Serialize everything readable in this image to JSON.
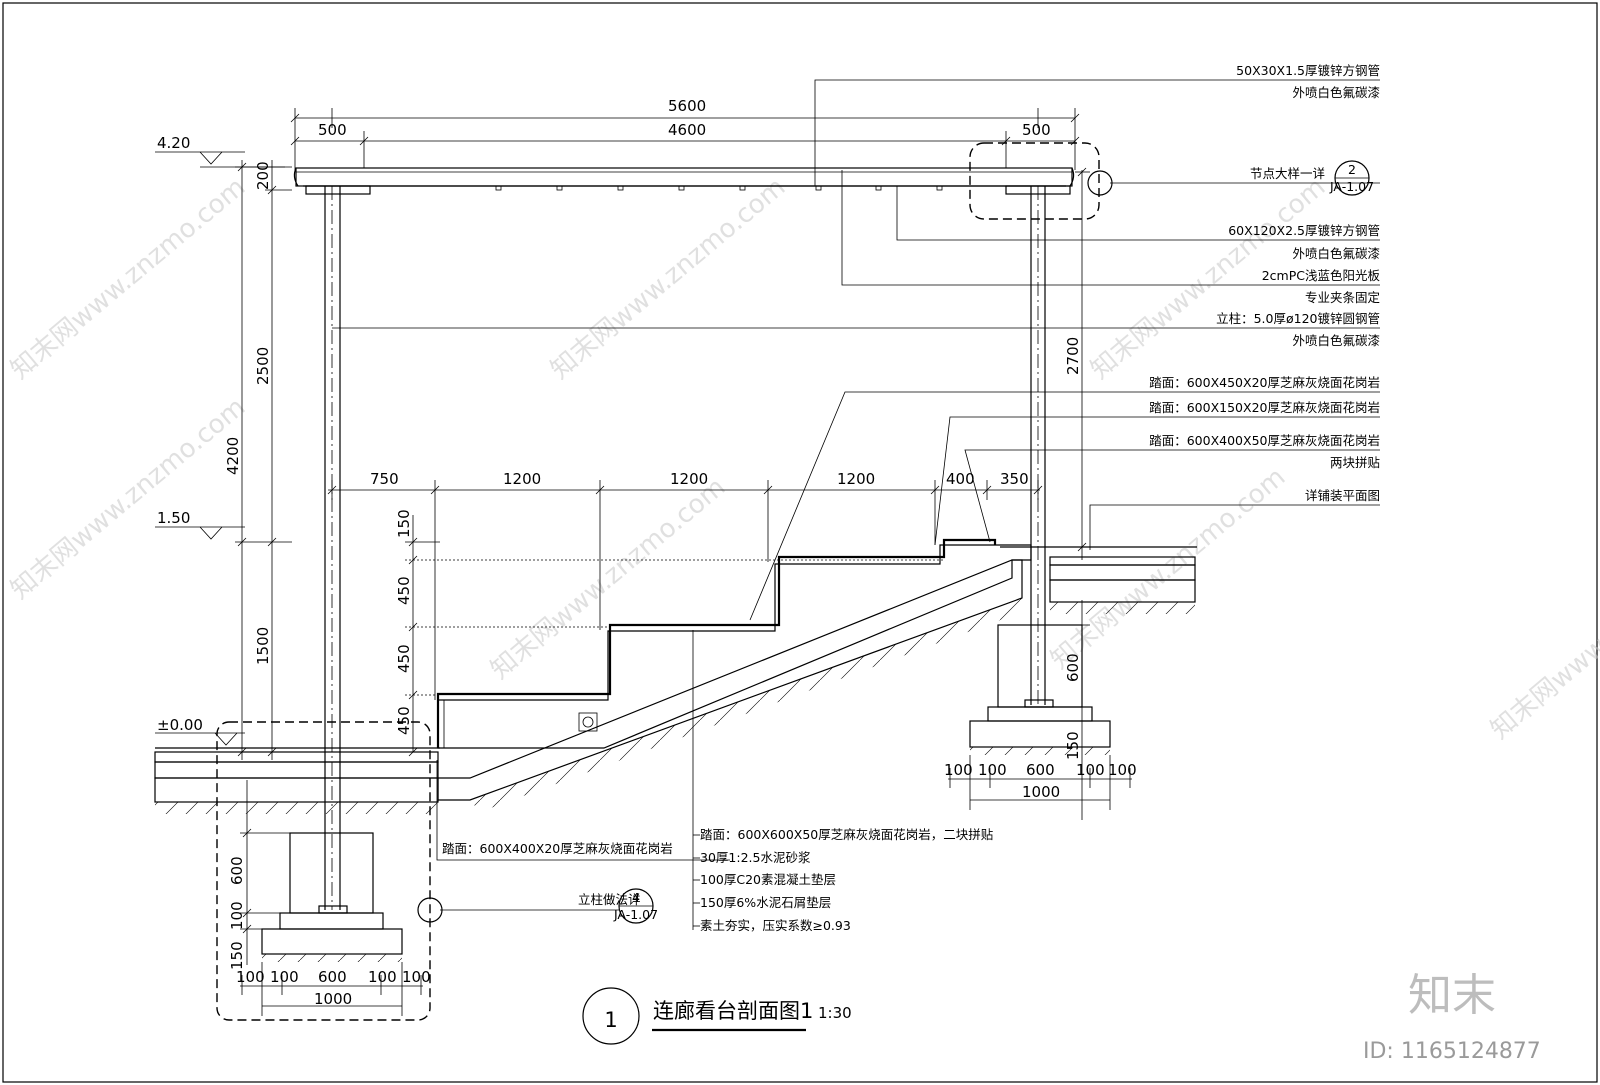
{
  "title": {
    "number": "1",
    "text": "连廊看台剖面图1",
    "scale": "1:30"
  },
  "levels": [
    "4.20",
    "1.50",
    "±0.00"
  ],
  "dimensions": {
    "top_total": "5600",
    "top_left": "500",
    "top_mid": "4600",
    "top_right": "500",
    "left_200": "200",
    "left_2500": "2500",
    "left_4200": "4200",
    "left_1500": "1500",
    "right_2700": "2700",
    "right_600": "600",
    "right_150": "150",
    "steps_750": "750",
    "steps_1200a": "1200",
    "steps_1200b": "1200",
    "steps_1200c": "1200",
    "steps_400": "400",
    "steps_350": "350",
    "rise_150": "150",
    "rise_450a": "450",
    "rise_450b": "450",
    "rise_450c": "450",
    "left_found_600": "600",
    "left_found_100": "100",
    "left_found_150": "150",
    "lf_b1": "100",
    "lf_b2": "100",
    "lf_b3": "600",
    "lf_b4": "100",
    "lf_b5": "100",
    "lf_total": "1000",
    "rf_b1": "100",
    "rf_b2": "100",
    "rf_b3": "600",
    "rf_b4": "100",
    "rf_b5": "100",
    "rf_total": "1000"
  },
  "right_notes": [
    "50X30X1.5厚镀锌方钢管",
    "外喷白色氟碳漆",
    "节点大样一详",
    "60X120X2.5厚镀锌方钢管",
    "外喷白色氟碳漆",
    "2cmPC浅蓝色阳光板",
    "专业夹条固定",
    "立柱：5.0厚ø120镀锌圆钢管",
    "外喷白色氟碳漆",
    "踏面：600X450X20厚芝麻灰烧面花岗岩",
    "踏面：600X150X20厚芝麻灰烧面花岗岩",
    "踏面：600X400X50厚芝麻灰烧面花岗岩",
    "两块拼贴",
    "详铺装平面图"
  ],
  "callout_2": {
    "num": "2",
    "ref": "JA-1.07"
  },
  "callout_4": {
    "num": "4",
    "ref": "JA-1.07",
    "label": "立柱做法详"
  },
  "left_note": "踏面：600X400X20厚芝麻灰烧面花岗岩",
  "bottom_notes": [
    "踏面：600X600X50厚芝麻灰烧面花岗岩，二块拼贴",
    "30厚1:2.5水泥砂浆",
    "100厚C20素混凝土垫层",
    "150厚6%水泥石屑垫层",
    "素土夯实，压实系数≥0.93"
  ],
  "watermark": {
    "text": "知末网www.znzmo.com",
    "brand": "知末",
    "id": "ID: 1165124877"
  }
}
